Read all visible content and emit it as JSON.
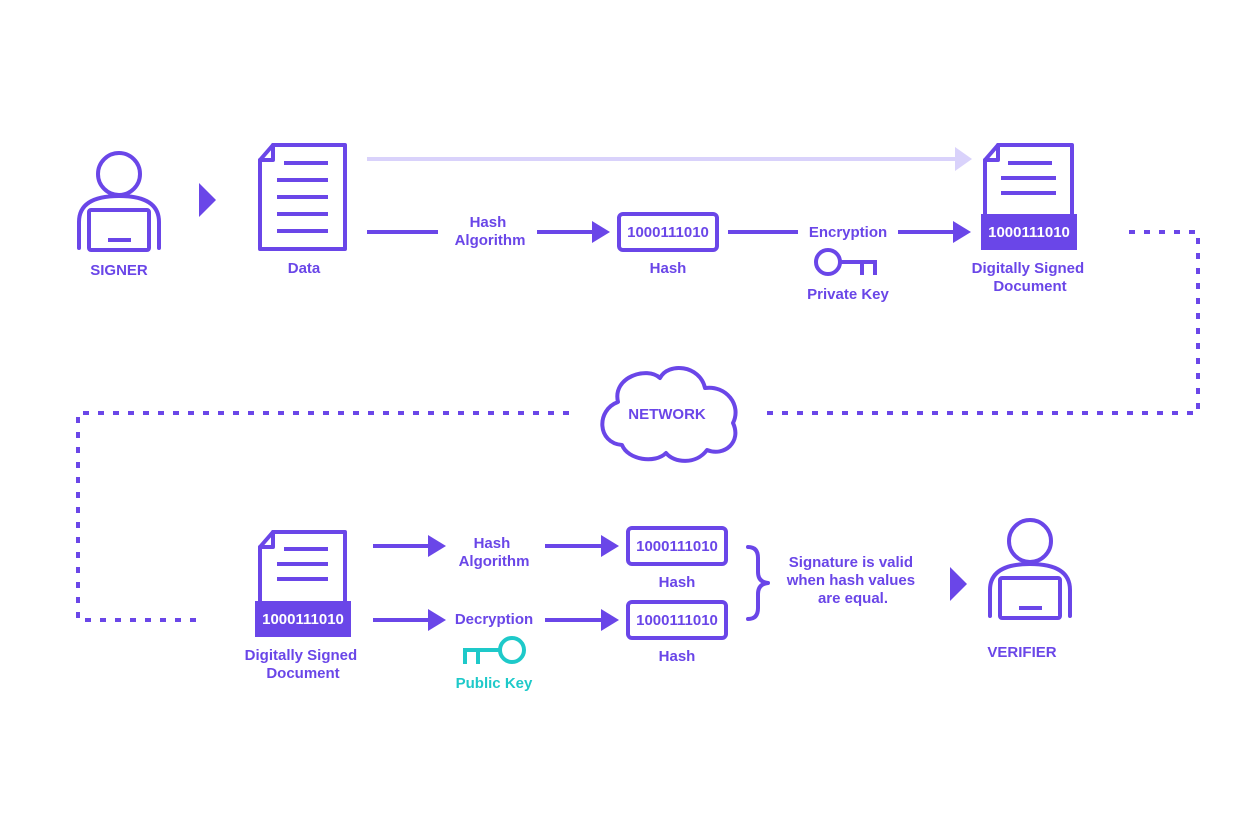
{
  "signer": {
    "label": "SIGNER"
  },
  "data_doc": {
    "label": "Data"
  },
  "sign_flow": {
    "hash_algorithm_line1": "Hash",
    "hash_algorithm_line2": "Algorithm",
    "hash_value": "1000111010",
    "hash_label": "Hash",
    "encryption_label": "Encryption",
    "private_key_label": "Private Key",
    "signed_doc_value": "1000111010",
    "signed_doc_line1": "Digitally Signed",
    "signed_doc_line2": "Document"
  },
  "network": {
    "label": "NETWORK"
  },
  "verify_flow": {
    "signed_doc_value": "1000111010",
    "signed_doc_line1": "Digitally Signed",
    "signed_doc_line2": "Document",
    "hash_algorithm_line1": "Hash",
    "hash_algorithm_line2": "Algorithm",
    "decryption_label": "Decryption",
    "public_key_label": "Public Key",
    "hash1_value": "1000111010",
    "hash1_label": "Hash",
    "hash2_value": "1000111010",
    "hash2_label": "Hash",
    "note_line1": "Signature is valid",
    "note_line2": "when hash values",
    "note_line3": "are equal."
  },
  "verifier": {
    "label": "VERIFIER"
  },
  "colors": {
    "primary": "#6a46e8",
    "light_arrow": "#d9d2fb",
    "public_key": "#1ec9c9",
    "background": "#ffffff"
  },
  "icons": [
    "person-laptop-icon",
    "document-icon",
    "private-key-icon",
    "public-key-icon",
    "cloud-icon"
  ]
}
